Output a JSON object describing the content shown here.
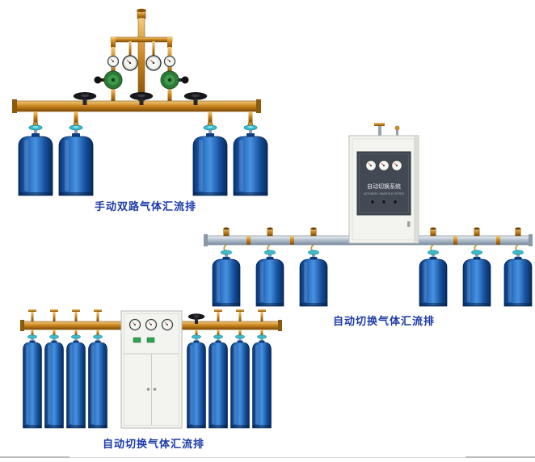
{
  "page": {
    "background": "#ffffff"
  },
  "products": [
    {
      "id": "manual-dual-manifold",
      "caption": "手动双路气体汇流排",
      "cylinder_count": 4
    },
    {
      "id": "auto-switch-wall-manifold",
      "caption": "自动切换气体汇流排",
      "cylinder_count": 6,
      "cabinet_panel": {
        "title": "自动切换系统",
        "subtitle": "AUTOMATIC MANIFOLD SYSTEM"
      }
    },
    {
      "id": "auto-switch-floor-manifold",
      "caption": "自动切换气体汇流排",
      "cylinder_count": 8
    }
  ],
  "colors": {
    "caption_text": "#1c3aa8",
    "cylinder_blue": "#1f64b8",
    "brass_pipe": "#c8821c",
    "valve_teal": "#3cbccd",
    "regulator_green": "#2c7a36",
    "cabinet_white": "#f3f4f0",
    "panel_dark": "#424952"
  }
}
